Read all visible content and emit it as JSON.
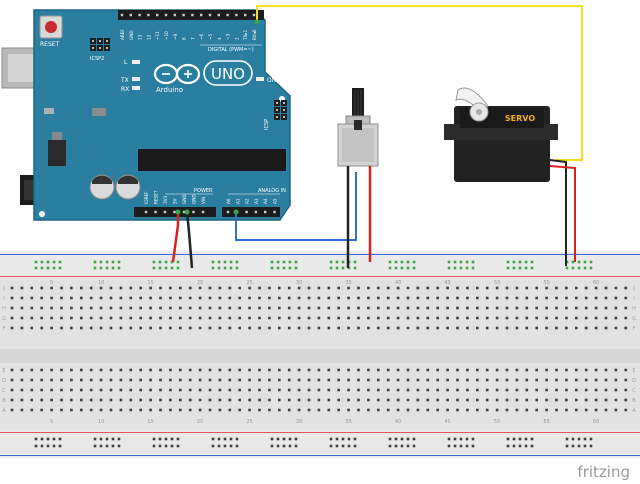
{
  "watermark": "fritzing",
  "arduino": {
    "reset_label": "RESET",
    "icsp2_label": "ICSP2",
    "icsp_label": "ICSP",
    "logo_text": "UNO",
    "brand": "Arduino",
    "led_l": "L",
    "led_tx": "TX",
    "led_rx": "RX",
    "on_label": "ON",
    "digital_label": "DIGITAL (PWM=~)",
    "power_label": "POWER",
    "analog_label": "ANALOG IN",
    "top_pins": [
      "AREF",
      "GND",
      "13",
      "12",
      "~11",
      "~10",
      "~9",
      "8",
      "7",
      "~6",
      "~5",
      "4",
      "~3",
      "2",
      "TX▸1",
      "RX◂0"
    ],
    "power_pins": [
      "IOREF",
      "RESET",
      "3V3",
      "5V",
      "GND",
      "GND",
      "VIN"
    ],
    "analog_pins": [
      "A0",
      "A1",
      "A2",
      "A3",
      "A4",
      "A5"
    ]
  },
  "servo": {
    "label": "SERVO"
  },
  "breadboard": {
    "row_letters_top": [
      "J",
      "I",
      "H",
      "G",
      "F"
    ],
    "row_letters_bottom": [
      "E",
      "D",
      "C",
      "B",
      "A"
    ],
    "column_numbers": [
      "5",
      "10",
      "15",
      "20",
      "25",
      "30",
      "35",
      "40",
      "45",
      "50",
      "55",
      "60"
    ]
  },
  "colors": {
    "board": "#2a7fa0",
    "board_edge": "#1e6784",
    "wire_power": "#d8201c",
    "wire_ground": "#222222",
    "wire_signal_pot": "#2f6fd0",
    "wire_signal_servo": "#f2e21a",
    "rail_red": "#e8505b",
    "rail_blue": "#3b6fd8",
    "hole_green": "#3aa64a"
  }
}
